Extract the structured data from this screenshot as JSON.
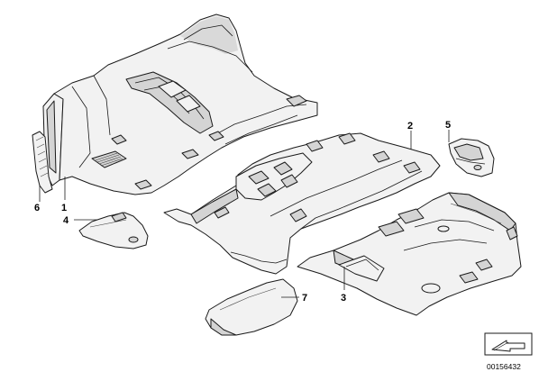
{
  "callouts": {
    "c1": "1",
    "c2": "2",
    "c3": "3",
    "c4": "4",
    "c5": "5",
    "c6": "6",
    "c7": "7"
  },
  "image_number": "00156432",
  "icons": {
    "orientation": "direction-arrow-icon"
  }
}
